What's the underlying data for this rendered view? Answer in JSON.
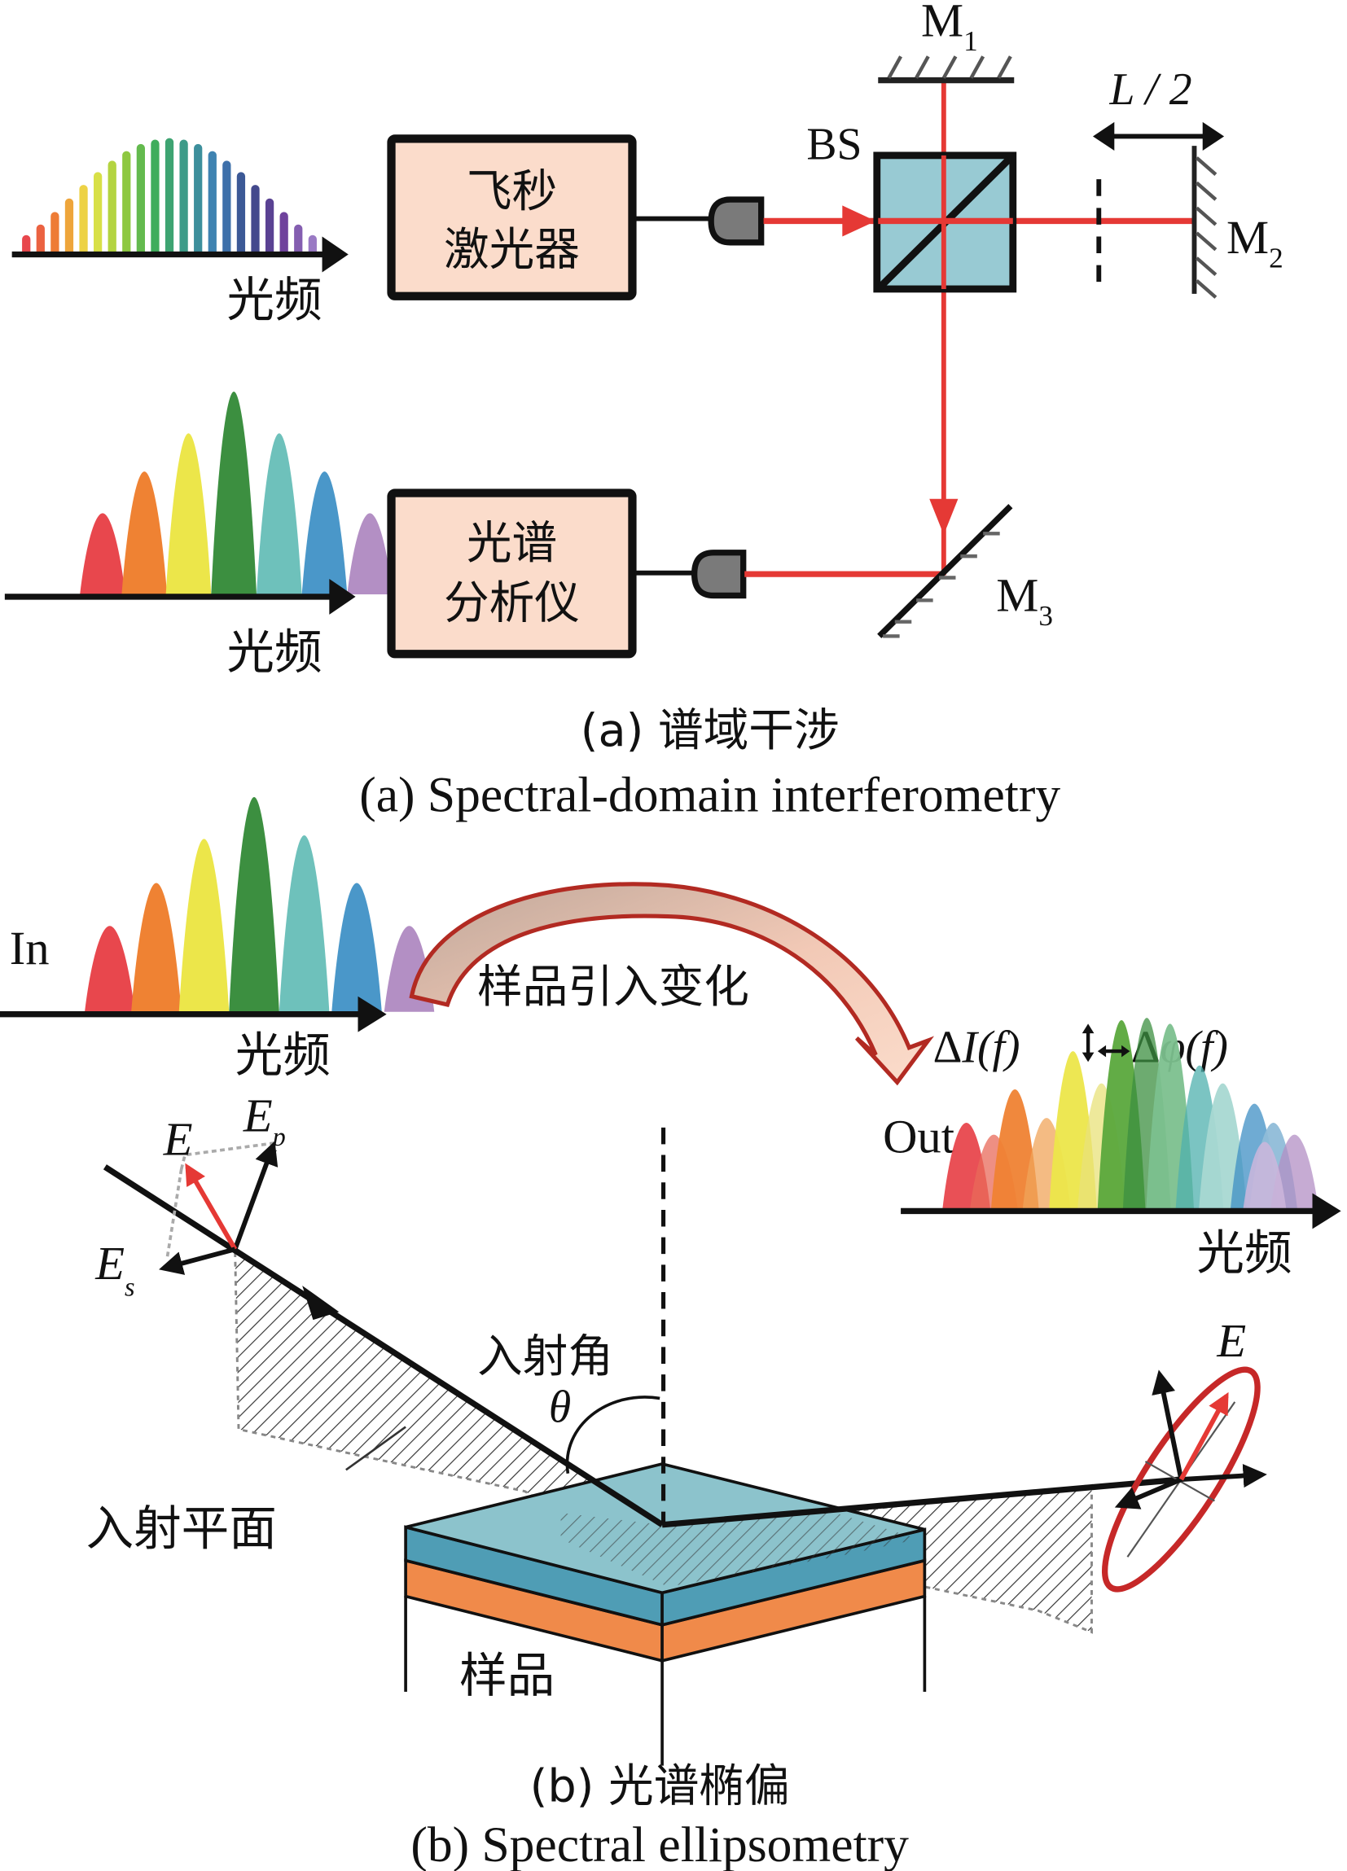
{
  "figure": {
    "panel_a": {
      "caption_cn": "(a) 谱域干涉",
      "caption_en": "(a) Spectral-domain interferometry",
      "laser_box": {
        "line1": "飞秒",
        "line2": "激光器"
      },
      "analyzer_box": {
        "line1": "光谱",
        "line2": "分析仪"
      },
      "axis_label_top": "光频",
      "axis_label_bottom": "光频",
      "beam_splitter_label": "BS",
      "mirror_1": {
        "main": "M",
        "sub": "1"
      },
      "mirror_2": {
        "main": "M",
        "sub": "2"
      },
      "mirror_3": {
        "main": "M",
        "sub": "3"
      },
      "displacement_label": "L / 2",
      "comb_line_count": 21,
      "analyzer_peak_count": 7
    },
    "panel_b": {
      "caption_cn": "(b) 光谱椭偏",
      "caption_en": "(b) Spectral ellipsometry",
      "in_label": "In",
      "out_label": "Out",
      "axis_label_in": "光频",
      "axis_label_out": "光频",
      "change_label": "样品引入变化",
      "delta_intensity": {
        "delta": "Δ",
        "symbol": "I",
        "arg": "(f)"
      },
      "delta_phase": {
        "delta": "Δ",
        "symbol": "φ",
        "arg": "(f)"
      },
      "field_labels": {
        "e": "E",
        "ep": {
          "main": "E",
          "sub": "p"
        },
        "es": {
          "main": "E",
          "sub": "s"
        },
        "e_out": "E"
      },
      "incidence_angle_label": "入射角",
      "theta_symbol": "θ",
      "incidence_plane_label": "入射平面",
      "sample_label": "样品",
      "in_peak_count": 7,
      "out_peak_count": 14
    },
    "colors": {
      "beam_red": "#e53935",
      "box_fill": "#fbdccb",
      "cube_fill": "#8fc6cf",
      "coupler_fill": "#7a7a7a",
      "sample_top": "#8cc3cc",
      "sample_layer_blue": "#4f9db5",
      "sample_layer_orange": "#f08a4a",
      "arrow_outline": "#b22a22",
      "ellipse_red": "#c62828"
    },
    "spectrum_palette": [
      "#e8474d",
      "#ef8233",
      "#ece64a",
      "#3c8f40",
      "#6ec1bb",
      "#4a97c9",
      "#b38fc4"
    ]
  }
}
